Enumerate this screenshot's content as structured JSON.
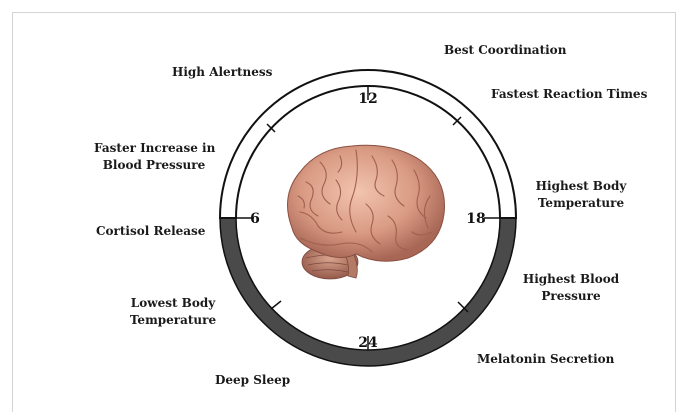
{
  "clock": {
    "hour_12": "12",
    "hour_18": "18",
    "hour_24": "24",
    "hour_6": "6"
  },
  "labels": {
    "best_coordination": "Best Coordination",
    "high_alertness": "High Alertness",
    "fastest_reaction_times": "Fastest Reaction Times",
    "faster_bp_line1": "Faster Increase in",
    "faster_bp_line2": "Blood Pressure",
    "highest_temp_line1": "Highest Body",
    "highest_temp_line2": "Temperature",
    "cortisol_release": "Cortisol Release",
    "highest_bp_line1": "Highest Blood",
    "highest_bp_line2": "Pressure",
    "lowest_temp_line1": "Lowest Body",
    "lowest_temp_line2": "Temperature",
    "melatonin_secretion": "Melatonin Secretion",
    "deep_sleep": "Deep Sleep"
  },
  "colors": {
    "night_arc": "#4a4a4a",
    "day_arc": "#ffffff",
    "outline": "#111111"
  }
}
